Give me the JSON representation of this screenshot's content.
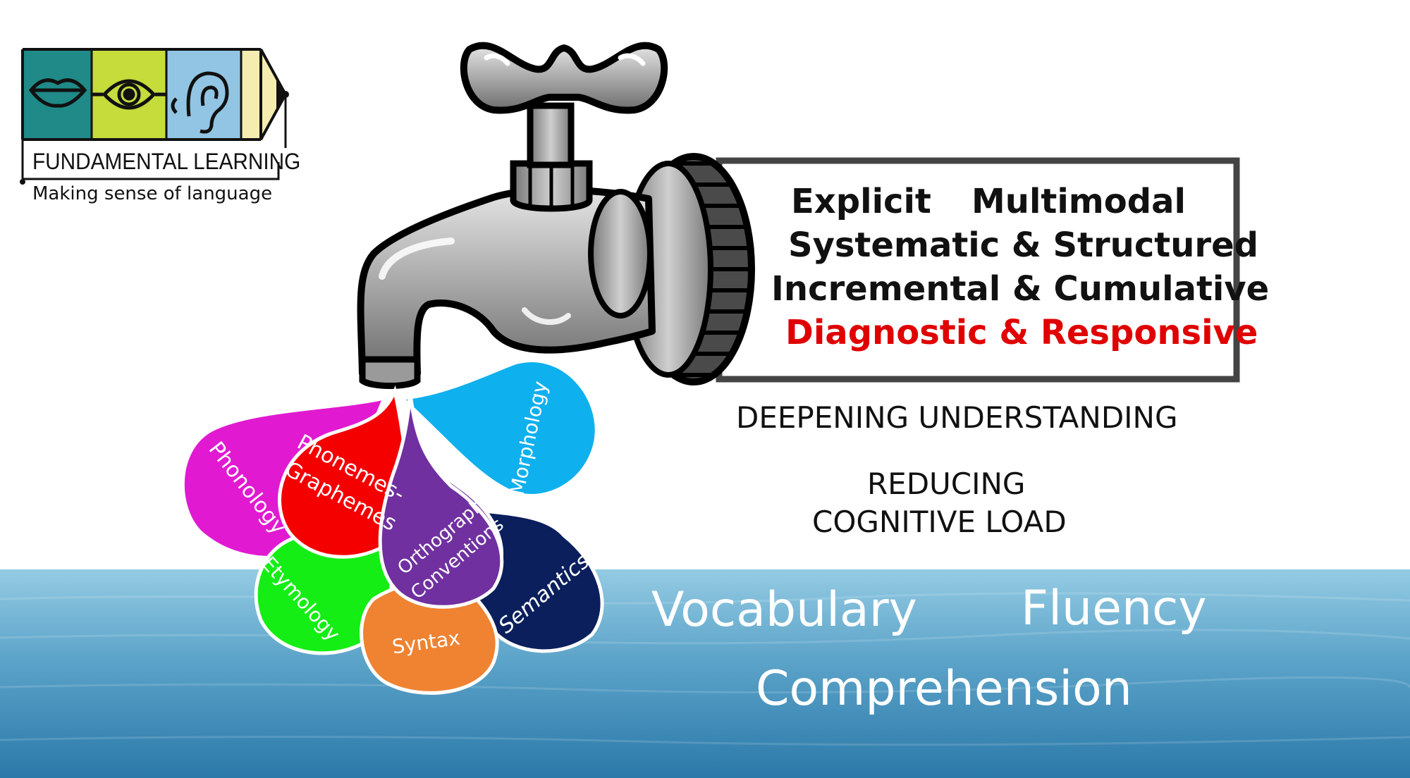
{
  "logo": {
    "name": "FUNDAMENTAL LEARNING",
    "tagline": "Making sense of language",
    "icons": [
      "mouth-icon",
      "eye-icon",
      "ear-icon",
      "pencil-tip-icon"
    ],
    "colors": {
      "teal": "#1f8a87",
      "lime": "#c5dc3a",
      "sky": "#92c5e4",
      "pale": "#f5ecb0"
    }
  },
  "qualities": {
    "explicit": "Explicit",
    "multimodal": "Multimodal",
    "systematic": "Systematic & Structured",
    "incremental": "Incremental & Cumulative",
    "diagnostic": "Diagnostic & Responsive"
  },
  "captions": {
    "deepening": "DEEPENING UNDERSTANDING",
    "reducing_1": "REDUCING",
    "reducing_2": "COGNITIVE LOAD"
  },
  "drops": [
    {
      "label": "Phonology",
      "color": "#e11ad1"
    },
    {
      "label": "Phonemes-",
      "color": "#f50000"
    },
    {
      "label": "Graphemes",
      "color": "#f50000"
    },
    {
      "label": "Morphology",
      "color": "#0fb0ee"
    },
    {
      "label": "Orthographic",
      "color": "#7030a0"
    },
    {
      "label": "Conventions",
      "color": "#7030a0"
    },
    {
      "label": "Etymology",
      "color": "#14ee14"
    },
    {
      "label": "Syntax",
      "color": "#ef8332"
    },
    {
      "label": "Semantics",
      "color": "#0a1f5c"
    }
  ],
  "outcomes": {
    "vocabulary": "Vocabulary",
    "fluency": "Fluency",
    "comprehension": "Comprehension"
  },
  "colors": {
    "accent_red": "#e00000",
    "water_top": "#8ec7e0",
    "water_bottom": "#2f7fb0"
  }
}
